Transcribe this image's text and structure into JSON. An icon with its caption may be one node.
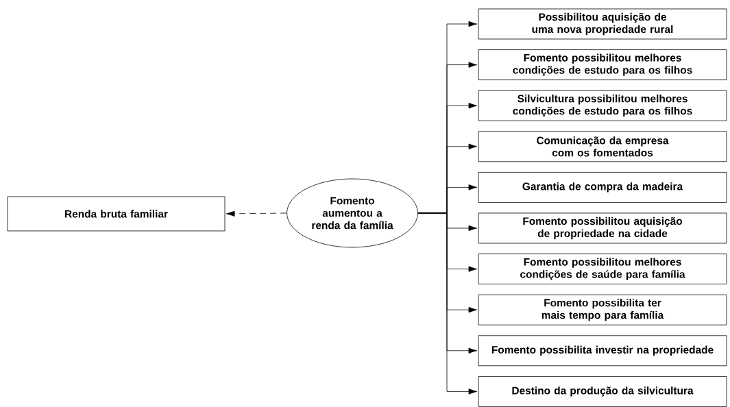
{
  "diagram": {
    "nodes": [
      {
        "text": [
          "Renda bruta familiar"
        ]
      },
      {
        "text": [
          "Fomento aumentou a renda da família"
        ]
      },
      {
        "text": [
          "Possibilitou aquisição de uma nova propriedade rural"
        ]
      },
      {
        "text": [
          "Fomento possibilitou melhores condições de estudo para os filhos"
        ]
      },
      {
        "text": [
          "Silvicultura possibilitou melhores condições de estudo para os filhos"
        ]
      },
      {
        "text": [
          "Comunicação da empresa com os fomentados"
        ]
      },
      {
        "text": [
          "Garantia de compra da madeira"
        ]
      },
      {
        "text": [
          "Fomento possibilitou aquisição de propriedade na cidade"
        ]
      },
      {
        "text": [
          "Fomento possibilitou melhores condições de saúde para família"
        ]
      },
      {
        "text": [
          "Fomento possibilita ter mais tempo para família"
        ]
      },
      {
        "text": [
          "Fomento possibilita investir na propriedade"
        ]
      },
      {
        "text": [
          "Destino da produção da silvicultura"
        ]
      }
    ],
    "edges": [
      {
        "from": 1,
        "to": 0,
        "arrow": "to",
        "style": "dashed"
      },
      {
        "from": 1,
        "to": 2,
        "arrow": "to"
      },
      {
        "from": 1,
        "to": 3,
        "arrow": "to"
      },
      {
        "from": 1,
        "to": 4,
        "arrow": "to"
      },
      {
        "from": 1,
        "to": 5,
        "arrow": "to"
      },
      {
        "from": 1,
        "to": 6,
        "arrow": "to"
      },
      {
        "from": 1,
        "to": 7,
        "arrow": "to"
      },
      {
        "from": 1,
        "to": 8,
        "arrow": "to"
      },
      {
        "from": 1,
        "to": 9,
        "arrow": "to"
      },
      {
        "from": 1,
        "to": 10,
        "arrow": "to"
      },
      {
        "from": 1,
        "to": 11,
        "arrow": "to"
      }
    ]
  }
}
